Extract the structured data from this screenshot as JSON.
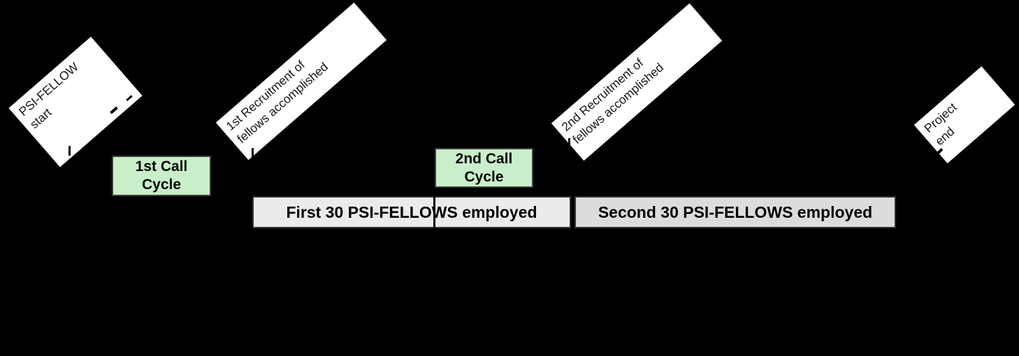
{
  "diagram": {
    "type": "project-timeline",
    "background_note": "transparent figure rendered on black; timeline axis text not visible",
    "milestone_flags": [
      {
        "id": "psi-fellow-start",
        "line1": "PSI-FELLOW",
        "line2": "start"
      },
      {
        "id": "first-recruitment",
        "line1": "1st Recruitment of",
        "line2": "fellows accomplished"
      },
      {
        "id": "second-recruitment",
        "line1": "2nd Recruitment of",
        "line2": "fellows accomplished"
      },
      {
        "id": "project-end",
        "line1": "Project",
        "line2": "end"
      }
    ],
    "call_cycles": [
      {
        "id": "first-call-cycle",
        "line1": "1st Call",
        "line2": "Cycle"
      },
      {
        "id": "second-call-cycle",
        "line1": "2nd Call",
        "line2": "Cycle"
      }
    ],
    "employment_bars": [
      {
        "id": "first-30-employed",
        "label": "First 30 PSI-FELLOWS employed"
      },
      {
        "id": "second-30-employed",
        "label": "Second 30 PSI-FELLOWS employed"
      }
    ],
    "colors": {
      "background": "#000000",
      "flag_background": "#ffffff",
      "call_cycle_fill": "#c9efca",
      "bar_first_fill": "#ebebeb",
      "bar_second_fill": "#dcdcdc",
      "border": "#3f3f3f",
      "text": "#000000"
    }
  }
}
